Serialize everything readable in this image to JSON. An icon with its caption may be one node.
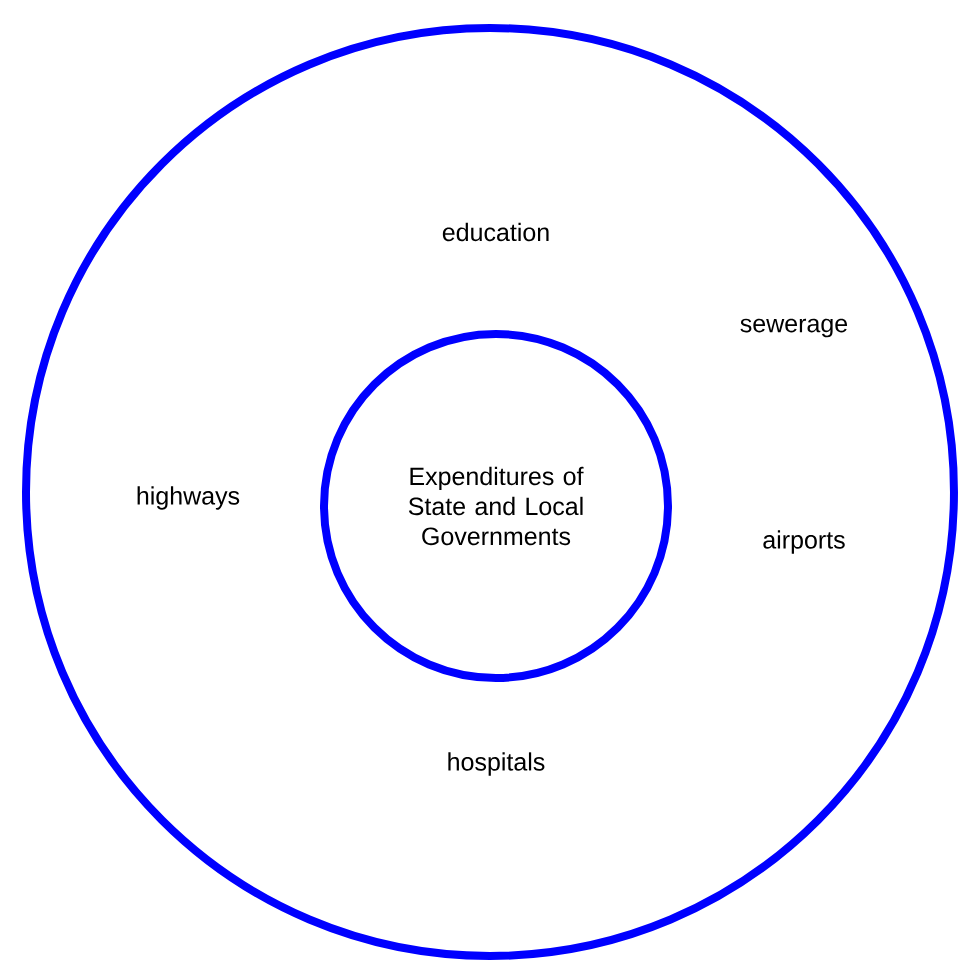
{
  "diagram": {
    "nodes": [
      {
        "text": [
          "education",
          "sewerage",
          "highways",
          "airports",
          "hospitals"
        ]
      },
      {
        "text": [
          "Expenditures of State and Local Governments"
        ],
        "in": 0
      }
    ]
  }
}
